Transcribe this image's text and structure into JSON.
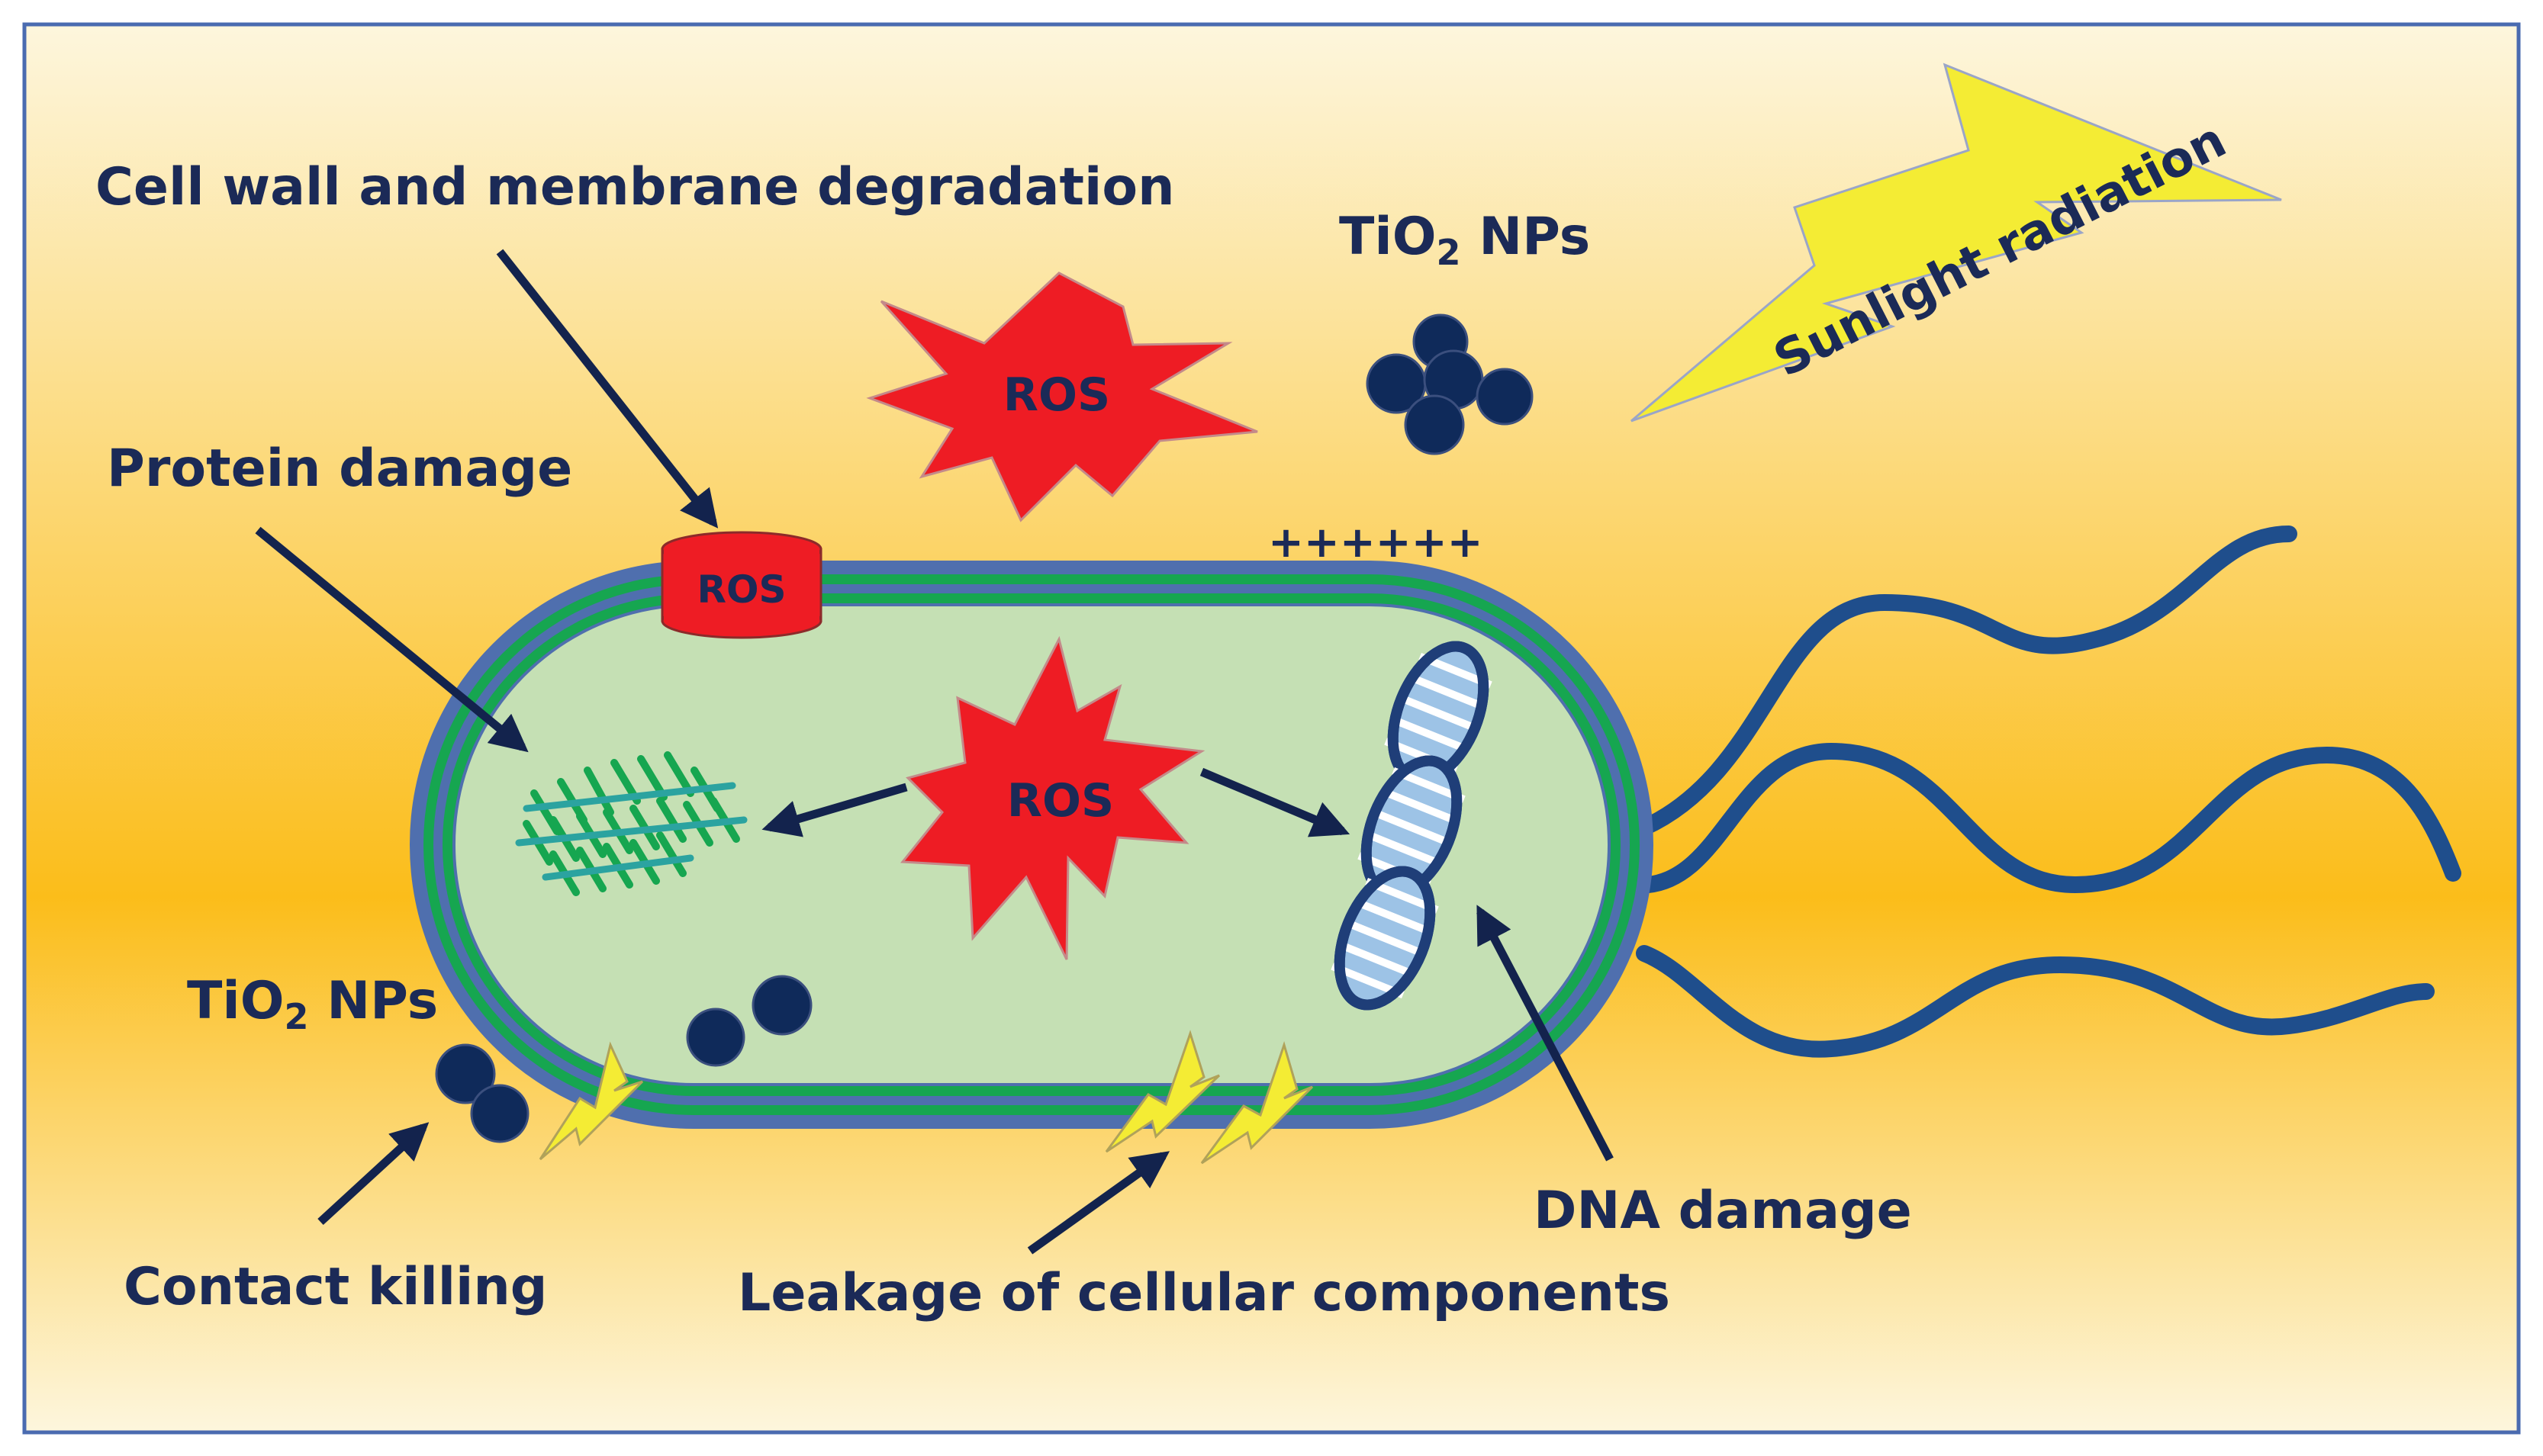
{
  "labels": {
    "cell_wall": "Cell wall and membrane degradation",
    "protein": "Protein damage",
    "tio2_top_prefix": "TiO",
    "tio2_top_sub": "2",
    "tio2_top_suffix": " NPs",
    "tio2_left_prefix": "TiO",
    "tio2_left_sub": "2",
    "tio2_left_suffix": " NPs",
    "sunlight": "Sunlight radiation",
    "ros_top": "ROS",
    "ros_membrane": "ROS",
    "ros_center": "ROS",
    "charge": "++++++",
    "contact": "Contact killing",
    "leakage": "Leakage of cellular components",
    "dna": "DNA damage"
  },
  "colors": {
    "background_top": "#fdf6dd",
    "background_mid": "#fbbe1c",
    "border": "#4a6bb0",
    "label_text": "#1b2a57",
    "ros_red": "#ee1c24",
    "cytoplasm": "#c5e0b4",
    "cell_wall_blue": "#4f6fae",
    "membrane_green": "#16a650",
    "nanoparticle": "#0f2a5a",
    "flagella": "#1f4e8c",
    "lightning_yellow": "#f4ec34",
    "dna_stripe": "#9dc3e6"
  }
}
